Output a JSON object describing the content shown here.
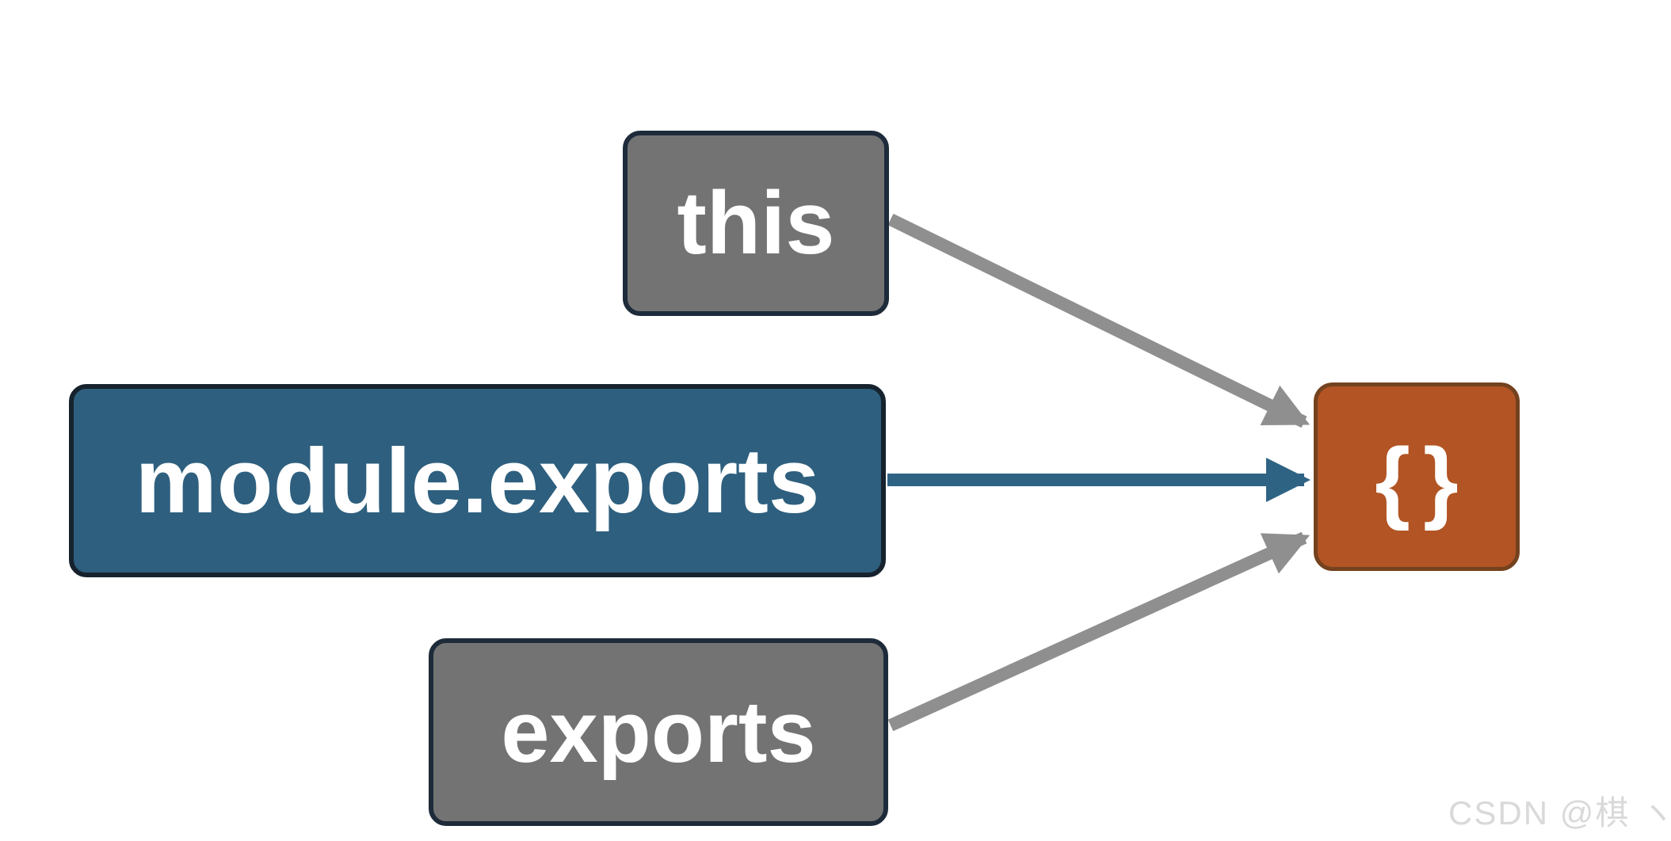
{
  "page": {
    "background": "#ffffff",
    "watermark": {
      "text": "CSDN @棋 ヽ",
      "color": "#d9d9d9"
    }
  },
  "diagram": {
    "nodes": [
      {
        "id": "this",
        "label": "this",
        "fill": "#737373",
        "border": "#1d2b3a",
        "text_color": "#ffffff"
      },
      {
        "id": "module-exports",
        "label": "module.exports",
        "fill": "#2e5f7e",
        "border": "#16222d",
        "text_color": "#ffffff"
      },
      {
        "id": "exports",
        "label": "exports",
        "fill": "#737373",
        "border": "#1d2b3a",
        "text_color": "#ffffff"
      },
      {
        "id": "empty-object",
        "label": "{}",
        "fill": "#b25423",
        "border": "#74421f",
        "text_color": "#ffffff"
      }
    ],
    "edges": [
      {
        "from": "this",
        "to": "empty-object",
        "color": "#8f8f8f"
      },
      {
        "from": "module-exports",
        "to": "empty-object",
        "color": "#2f6384"
      },
      {
        "from": "exports",
        "to": "empty-object",
        "color": "#8f8f8f"
      }
    ]
  }
}
